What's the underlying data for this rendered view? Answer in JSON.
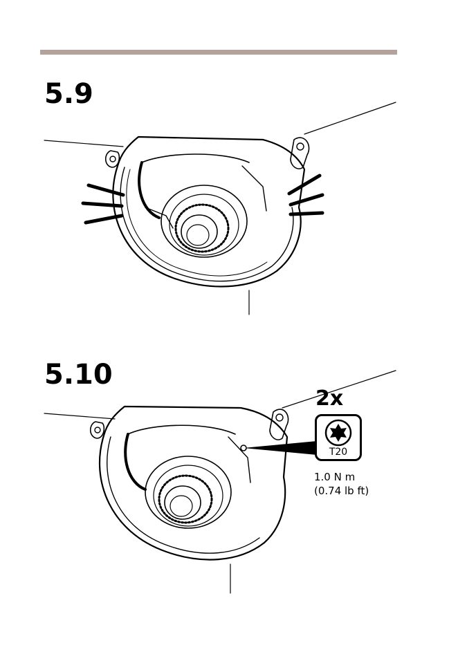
{
  "page": {
    "rule_color": "#b2a29b",
    "steps": [
      {
        "number": "5.9"
      },
      {
        "number": "5.10"
      }
    ],
    "tool": {
      "quantity": "2x",
      "bit": "T20",
      "icon": "torx-bit-icon",
      "torque_metric": "1.0 N m",
      "torque_imperial": "(0.74 lb ft)"
    },
    "illustration": "dome-camera-icon"
  }
}
